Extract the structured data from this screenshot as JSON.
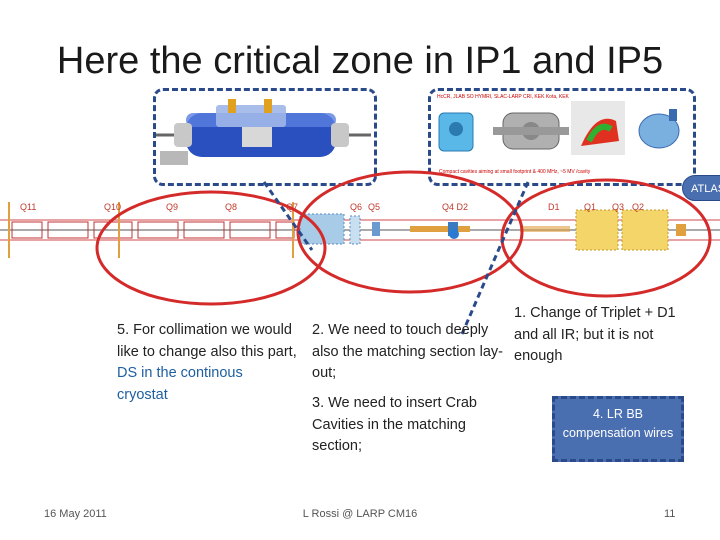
{
  "slide": {
    "title": "Here the critical zone in IP1 and IP5",
    "atlas_label": "ATLAS",
    "diagram_labels": {
      "q11": "Q11",
      "q10": "Q10",
      "q9": "Q9",
      "q8": "Q8",
      "q7": "Q7",
      "q6": "Q6",
      "q5": "Q5",
      "q4d2": "Q4 D2",
      "d1": "D1",
      "q3": "Q3",
      "q2": "Q2",
      "q1": "Q1"
    },
    "callout_5_prefix": "5. For collimation we would like  to change also this part, ",
    "callout_5_highlight": "DS in the continous cryostat",
    "callout_2": "2. We need to touch deeply also the matching section lay-out;",
    "callout_3": "3. We need to insert Crab Cavities in the matching section;",
    "callout_1": "1. Change of Triplet + D1 and all IR; but it is not enough",
    "lr_box": "4. LR BB compensation wires",
    "cavity_caption_top": "HcCR, JLAB SO        HYMRI, SLAC-LARP     CRI, KEK       Kota, KEK",
    "cavity_caption_bottom": "Compact cavities aiming at small footprint & 400 MHz, ~5 MV /cavity",
    "footer_date": "16 May 2011",
    "footer_center": "L Rossi @ LARP CM16",
    "footer_page": "11"
  },
  "colors": {
    "title": "#1a1a1a",
    "circle": "#d42a2a",
    "dashed_box": "#2b4a8a",
    "lr_box_fill": "#4a6fb0",
    "highlight": "#1f5fa0"
  }
}
